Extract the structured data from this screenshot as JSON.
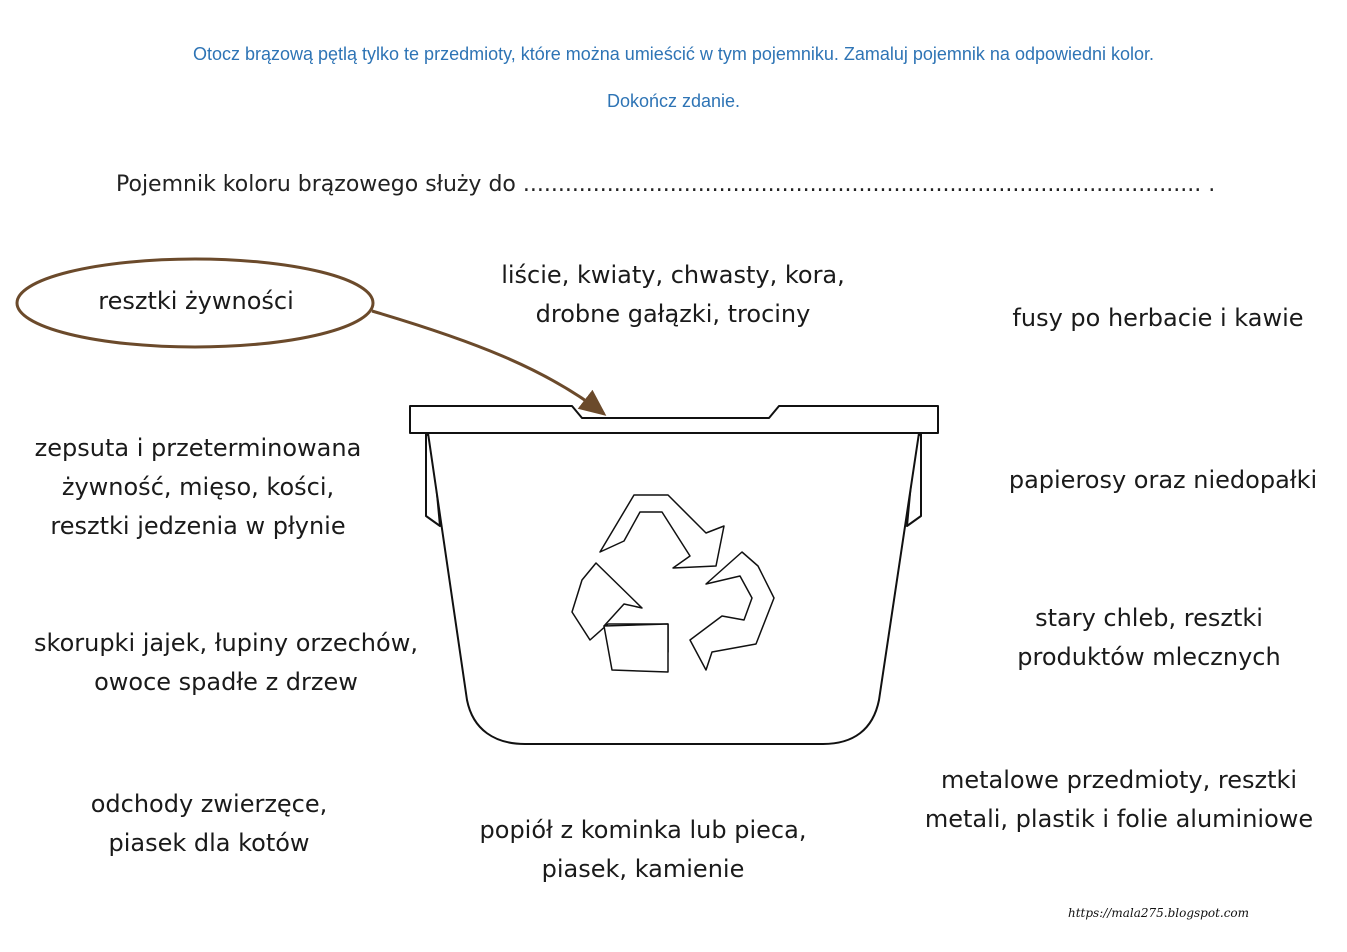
{
  "instructions": {
    "line1": "Otocz brązową pętlą tylko te przedmioty, które można umieścić w tym pojemniku. Zamaluj pojemnik na odpowiedni kolor.",
    "line2": "Dokończ zdanie."
  },
  "sentence": "Pojemnik koloru brązowego służy do ................................................................................................. .",
  "example": {
    "label": "resztki żywności",
    "loop_color": "#6b4a2b"
  },
  "items": {
    "lisce": [
      "liście, kwiaty, chwasty, kora,",
      "drobne gałązki, trociny"
    ],
    "fusy": [
      "fusy po herbacie i kawie"
    ],
    "zepsuta": [
      "zepsuta i przeterminowana",
      "żywność, mięso, kości,",
      "resztki jedzenia w płynie"
    ],
    "papierosy": [
      "papierosy oraz niedopałki"
    ],
    "skorupki": [
      "skorupki jajek, łupiny orzechów,",
      "owoce spadłe z drzew"
    ],
    "chleb": [
      "stary chleb, resztki",
      "produktów mlecznych"
    ],
    "odchody": [
      "odchody zwierzęce,",
      "piasek dla kotów"
    ],
    "popiol": [
      "popiół z kominka lub pieca,",
      "piasek, kamienie"
    ],
    "metalowe": [
      "metalowe przedmioty, resztki",
      "metali, plastik i folie aluminiowe"
    ]
  },
  "bin": {
    "icon": "recycle-icon",
    "outline_color": "#111111"
  },
  "credit": "https://mala275.blogspot.com"
}
